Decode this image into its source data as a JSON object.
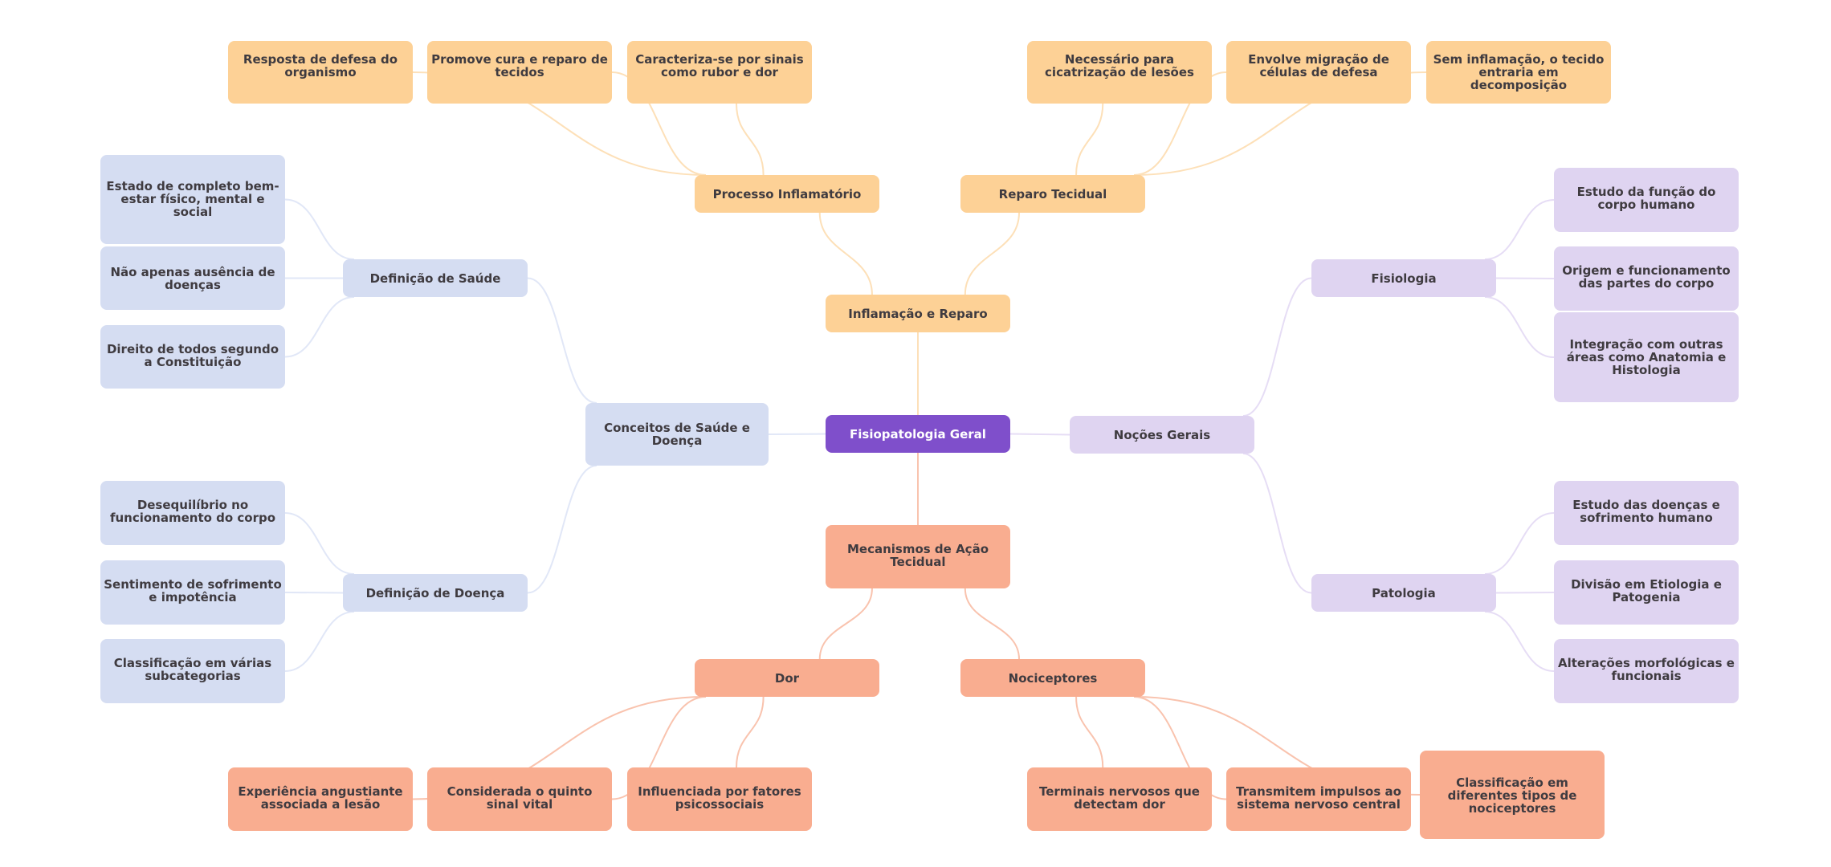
{
  "mindmap": {
    "root": {
      "id": "root",
      "label": "Fisiopatologia Geral",
      "color": "#7f4fcb"
    },
    "palette": {
      "root": "#7f4fcb",
      "orange": "#fdd196",
      "salmon": "#f9ad90",
      "blue": "#d5ddf2",
      "lavender": "#dfd4f1",
      "text": "#3f3b40",
      "edge_orange": "#fde0b8",
      "edge_salmon": "#f9c3ae",
      "edge_blue": "#e1e7f7",
      "edge_lavender": "#e6ddf5"
    },
    "nodes": [
      {
        "id": "root",
        "label": "Fisiopatologia Geral",
        "theme": "root"
      },
      {
        "id": "inflam",
        "label": "Inflamação e Reparo",
        "theme": "orange",
        "parent": "root"
      },
      {
        "id": "proc",
        "label": "Processo Inflamatório",
        "theme": "orange",
        "parent": "inflam"
      },
      {
        "id": "rep",
        "label": "Reparo Tecidual",
        "theme": "orange",
        "parent": "inflam"
      },
      {
        "id": "p1",
        "label": "Resposta de defesa do organismo",
        "theme": "orange",
        "parent": "proc"
      },
      {
        "id": "p2",
        "label": "Promove cura e reparo de tecidos",
        "theme": "orange",
        "parent": "proc"
      },
      {
        "id": "p3",
        "label": "Caracteriza-se por sinais como rubor e dor",
        "theme": "orange",
        "parent": "proc"
      },
      {
        "id": "r1",
        "label": "Necessário para cicatrização de lesões",
        "theme": "orange",
        "parent": "rep"
      },
      {
        "id": "r2",
        "label": "Envolve migração de células de defesa",
        "theme": "orange",
        "parent": "rep"
      },
      {
        "id": "r3",
        "label": "Sem inflamação, o tecido entraria em decomposição",
        "theme": "orange",
        "parent": "rep"
      },
      {
        "id": "conc",
        "label": "Conceitos de Saúde e Doença",
        "theme": "blue",
        "parent": "root"
      },
      {
        "id": "saude",
        "label": "Definição de Saúde",
        "theme": "blue",
        "parent": "conc"
      },
      {
        "id": "doenca",
        "label": "Definição de Doença",
        "theme": "blue",
        "parent": "conc"
      },
      {
        "id": "s1",
        "label": "Estado de completo bem-estar físico, mental e social",
        "theme": "blue",
        "parent": "saude"
      },
      {
        "id": "s2",
        "label": "Não apenas ausência de doenças",
        "theme": "blue",
        "parent": "saude"
      },
      {
        "id": "s3",
        "label": "Direito de todos segundo a Constituição",
        "theme": "blue",
        "parent": "saude"
      },
      {
        "id": "d1",
        "label": "Desequilíbrio no funcionamento do corpo",
        "theme": "blue",
        "parent": "doenca"
      },
      {
        "id": "d2",
        "label": "Sentimento de sofrimento e impotência",
        "theme": "blue",
        "parent": "doenca"
      },
      {
        "id": "d3",
        "label": "Classificação em várias subcategorias",
        "theme": "blue",
        "parent": "doenca"
      },
      {
        "id": "noc",
        "label": "Noções Gerais",
        "theme": "lav",
        "parent": "root"
      },
      {
        "id": "fis",
        "label": "Fisiologia",
        "theme": "lav",
        "parent": "noc"
      },
      {
        "id": "pat",
        "label": "Patologia",
        "theme": "lav",
        "parent": "noc"
      },
      {
        "id": "f1",
        "label": "Estudo da função do corpo humano",
        "theme": "lav",
        "parent": "fis"
      },
      {
        "id": "f2",
        "label": "Origem e funcionamento das partes do corpo",
        "theme": "lav",
        "parent": "fis"
      },
      {
        "id": "f3",
        "label": "Integração com outras áreas como Anatomia e Histologia",
        "theme": "lav",
        "parent": "fis"
      },
      {
        "id": "t1",
        "label": "Estudo das doenças e sofrimento humano",
        "theme": "lav",
        "parent": "pat"
      },
      {
        "id": "t2",
        "label": "Divisão em Etiologia e Patogenia",
        "theme": "lav",
        "parent": "pat"
      },
      {
        "id": "t3",
        "label": "Alterações morfológicas e funcionais",
        "theme": "lav",
        "parent": "pat"
      },
      {
        "id": "mec",
        "label": "Mecanismos de Ação Tecidual",
        "theme": "salmon",
        "parent": "root"
      },
      {
        "id": "dor",
        "label": "Dor",
        "theme": "salmon",
        "parent": "mec"
      },
      {
        "id": "nocic",
        "label": "Nociceptores",
        "theme": "salmon",
        "parent": "mec"
      },
      {
        "id": "o1",
        "label": "Experiência angustiante associada a lesão",
        "theme": "salmon",
        "parent": "dor"
      },
      {
        "id": "o2",
        "label": "Considerada o quinto sinal vital",
        "theme": "salmon",
        "parent": "dor"
      },
      {
        "id": "o3",
        "label": "Influenciada por fatores psicossociais",
        "theme": "salmon",
        "parent": "dor"
      },
      {
        "id": "n1",
        "label": "Terminais nervosos que detectam dor",
        "theme": "salmon",
        "parent": "nocic"
      },
      {
        "id": "n2",
        "label": "Transmitem impulsos ao sistema nervoso central",
        "theme": "salmon",
        "parent": "nocic"
      },
      {
        "id": "n3",
        "label": "Classificação em diferentes tipos de nociceptores",
        "theme": "salmon",
        "parent": "nocic"
      }
    ]
  }
}
